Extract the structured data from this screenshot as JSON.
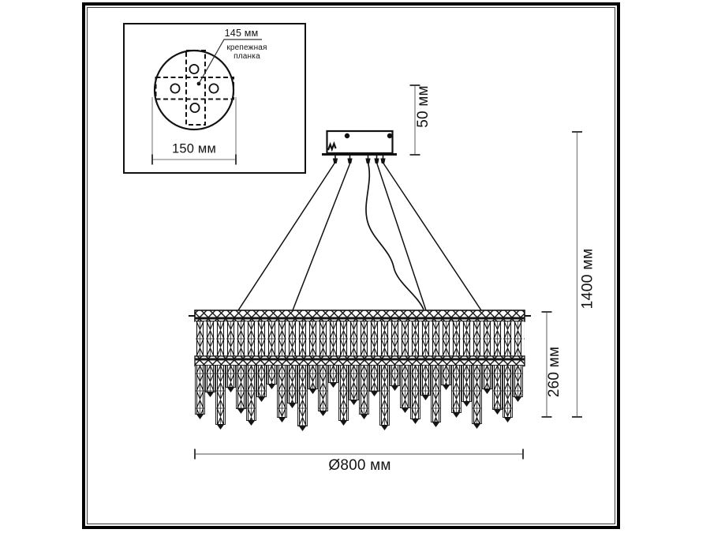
{
  "inset": {
    "dim_145": "145 мм",
    "plate_label_line1": "крепежная",
    "plate_label_line2": "планка",
    "dim_150": "150 мм"
  },
  "dimensions": {
    "canopy_height": "50 мм",
    "total_height": "1400 мм",
    "shade_height": "260 мм",
    "diameter": "Ø800 мм"
  },
  "colors": {
    "line": "#141414",
    "dim_line": "#8a8a8a",
    "tick": "#3f3f3f",
    "background": "#ffffff"
  },
  "chandelier": {
    "strand_heights": [
      62,
      34,
      75,
      28,
      55,
      70,
      40,
      24,
      66,
      48,
      77,
      30,
      58,
      22,
      70,
      44,
      62,
      33,
      76,
      26,
      54,
      68,
      38,
      72,
      25,
      60,
      46,
      74,
      30,
      56,
      66,
      40
    ]
  }
}
